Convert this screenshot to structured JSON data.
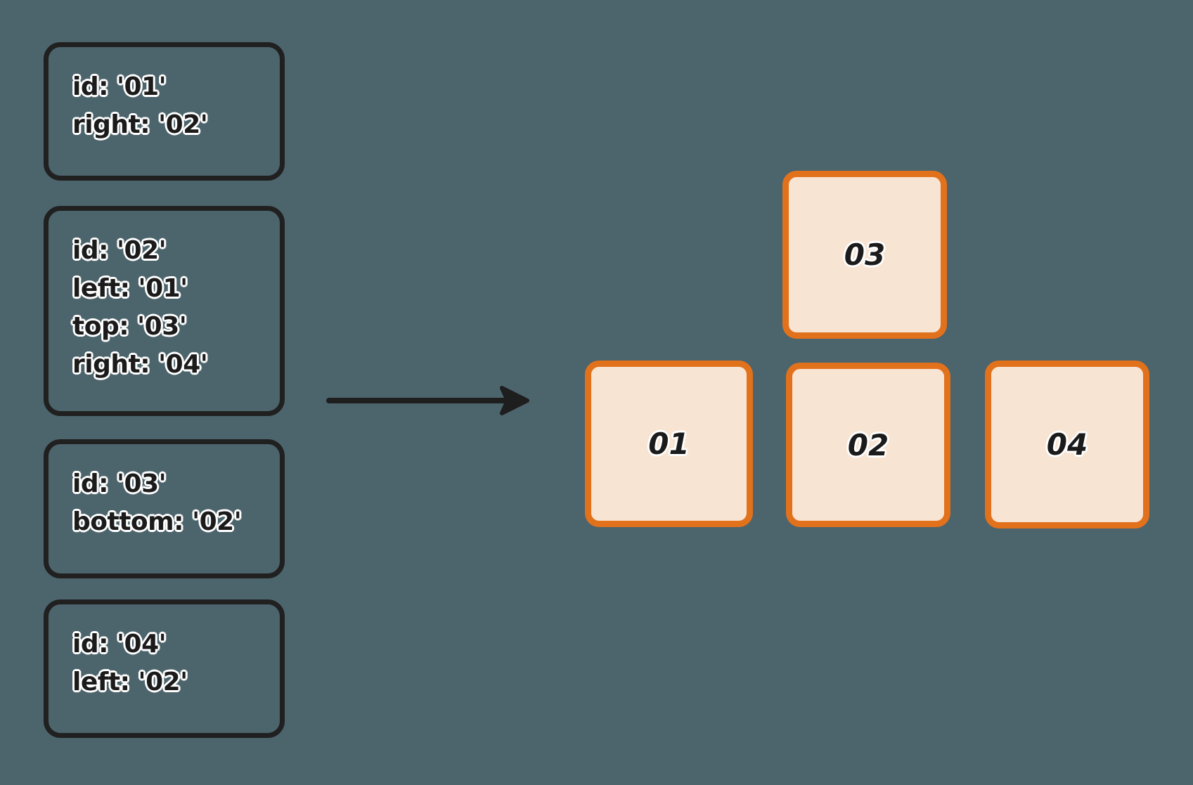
{
  "colors": {
    "background": "#4c646c",
    "node_border": "#e2711c",
    "node_fill": "#f8e4d3",
    "spec_border": "#202020",
    "ink": "#1b1b1b",
    "outline": "#ffffff"
  },
  "spec_boxes": [
    {
      "lines": [
        "id: '01'",
        "right: '02'"
      ]
    },
    {
      "lines": [
        "id: '02'",
        "left: '01'",
        "top: '03'",
        "right: '04'"
      ]
    },
    {
      "lines": [
        "id: '03'",
        "bottom: '02'"
      ]
    },
    {
      "lines": [
        "id: '04'",
        "left: '02'"
      ]
    }
  ],
  "arrow": {
    "icon": "right-arrow"
  },
  "nodes": [
    {
      "label": "03"
    },
    {
      "label": "01"
    },
    {
      "label": "02"
    },
    {
      "label": "04"
    }
  ]
}
